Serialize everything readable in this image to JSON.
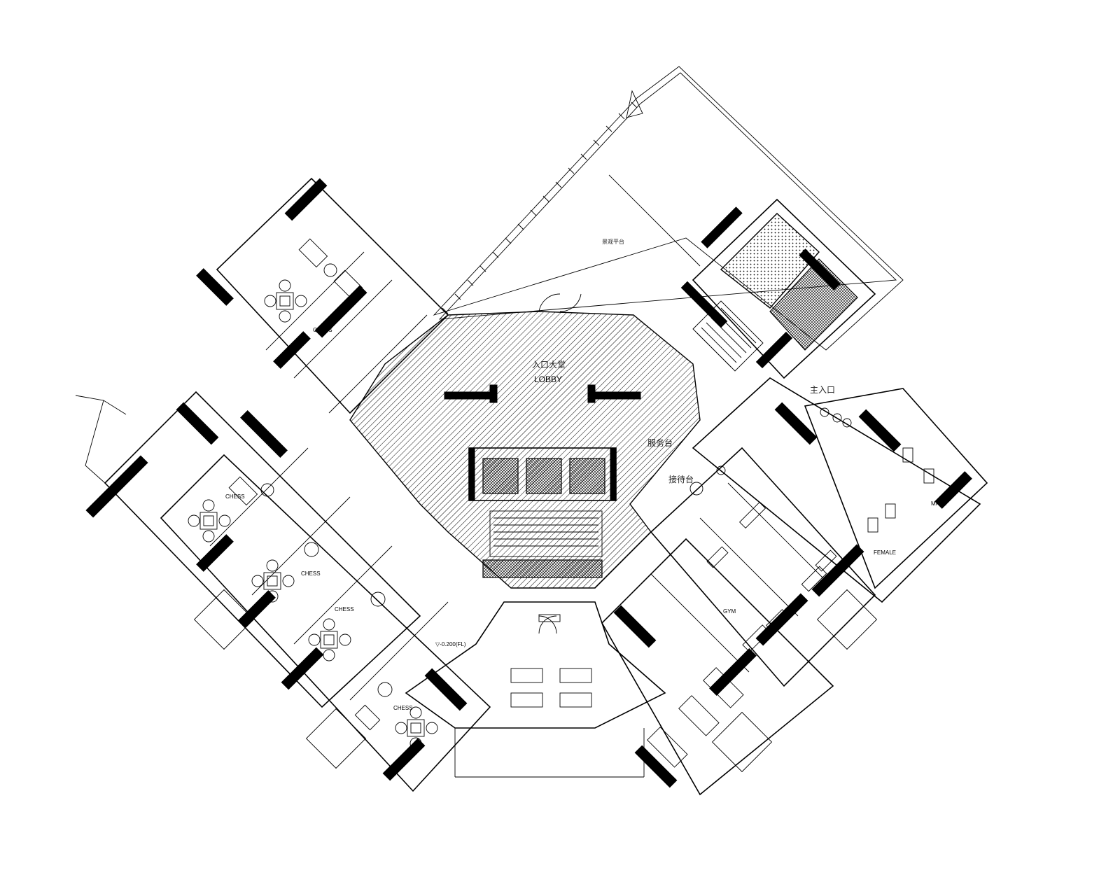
{
  "plan": {
    "labels": {
      "lobby": "LOBBY",
      "lobby_cn": "入口大堂",
      "gym": "GYM",
      "male": "MALE",
      "female": "FEMALE",
      "chess_1": "CHESS",
      "chess_2": "CHESS",
      "chess_3": "CHESS",
      "chess_4": "CHESS",
      "chess_5": "CHESS",
      "main_entrance_cn": "主入口",
      "reception_cn": "接待台",
      "service_cn": "服务台",
      "terrace_cn": "景观平台",
      "elevation_mark": "▽-0.200(FL)"
    }
  }
}
